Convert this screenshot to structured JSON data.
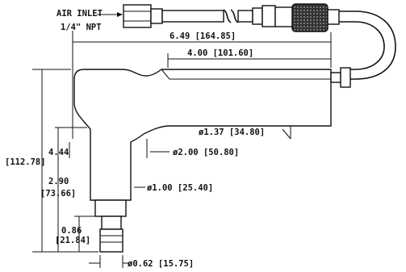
{
  "labels": {
    "air_inlet": "AIR INLET",
    "npt": "1/4\" NPT",
    "overall_length": "6.49 [164.85]",
    "barrel_length": "4.00 [101.60]",
    "barrel_diameter": "ø1.37 [34.80]",
    "body_diameter": "ø2.00 [50.80]",
    "overall_height_in": "4.44",
    "overall_height_mm": "[112.78]",
    "stem_height_in": "2.90",
    "stem_height_mm": "[73.66]",
    "stem_diameter": "ø1.00 [25.40]",
    "tip_height_in": "0.86",
    "tip_height_mm": "[21.84]",
    "tip_diameter": "ø0.62 [15.75]"
  },
  "colors": {
    "ink": "#111111",
    "background": "#ffffff"
  }
}
